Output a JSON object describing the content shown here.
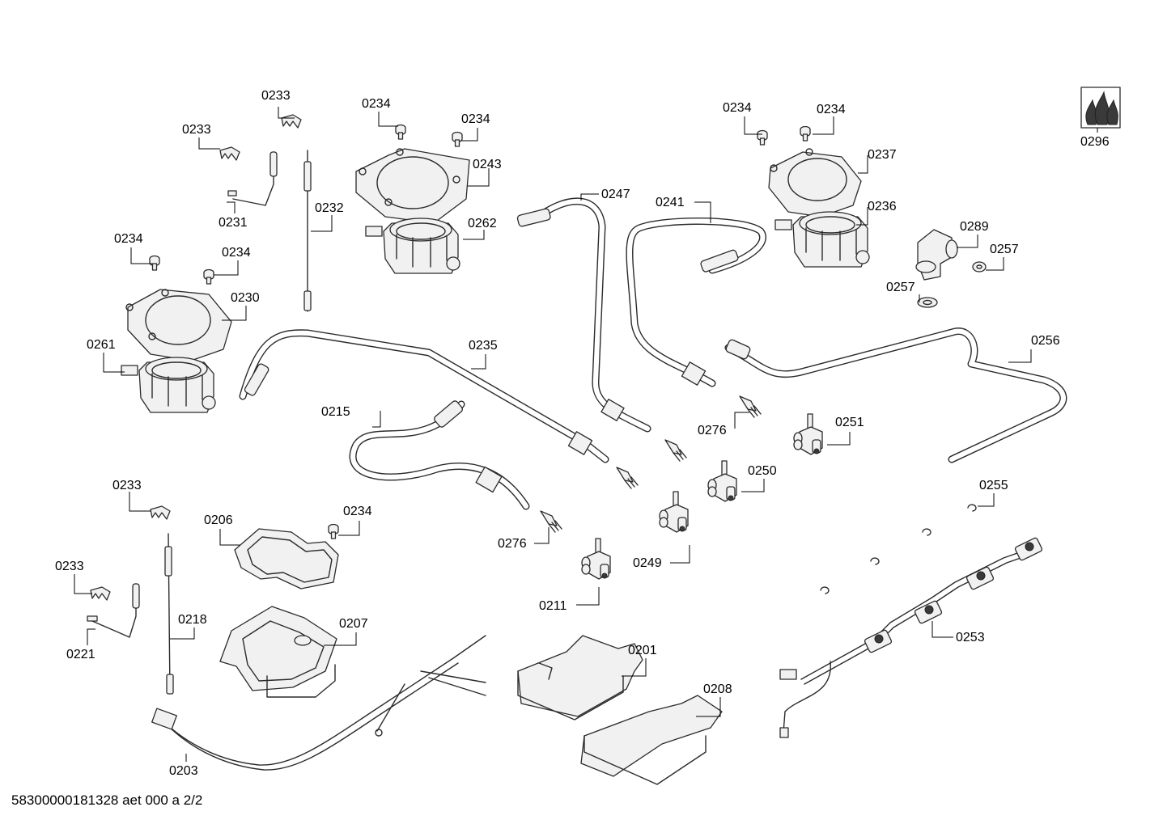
{
  "document_id": "58300000181328 aet 000 a 2/2",
  "parts": [
    {
      "id": "p0233a",
      "label": "0233"
    },
    {
      "id": "p0233b",
      "label": "0233"
    },
    {
      "id": "p0234a",
      "label": "0234"
    },
    {
      "id": "p0234b",
      "label": "0234"
    },
    {
      "id": "p0243",
      "label": "0243"
    },
    {
      "id": "p0231",
      "label": "0231"
    },
    {
      "id": "p0232",
      "label": "0232"
    },
    {
      "id": "p0262",
      "label": "0262"
    },
    {
      "id": "p0234c",
      "label": "0234"
    },
    {
      "id": "p0234d",
      "label": "0234"
    },
    {
      "id": "p0230",
      "label": "0230"
    },
    {
      "id": "p0261",
      "label": "0261"
    },
    {
      "id": "p0247",
      "label": "0247"
    },
    {
      "id": "p0241",
      "label": "0241"
    },
    {
      "id": "p0234e",
      "label": "0234"
    },
    {
      "id": "p0234f",
      "label": "0234"
    },
    {
      "id": "p0237",
      "label": "0237"
    },
    {
      "id": "p0236",
      "label": "0236"
    },
    {
      "id": "p0289",
      "label": "0289"
    },
    {
      "id": "p0257a",
      "label": "0257"
    },
    {
      "id": "p0257b",
      "label": "0257"
    },
    {
      "id": "p0296",
      "label": "0296"
    },
    {
      "id": "p0235",
      "label": "0235"
    },
    {
      "id": "p0256",
      "label": "0256"
    },
    {
      "id": "p0215",
      "label": "0215"
    },
    {
      "id": "p0276a",
      "label": "0276"
    },
    {
      "id": "p0251",
      "label": "0251"
    },
    {
      "id": "p0250",
      "label": "0250"
    },
    {
      "id": "p0233c",
      "label": "0233"
    },
    {
      "id": "p0206",
      "label": "0206"
    },
    {
      "id": "p0234g",
      "label": "0234"
    },
    {
      "id": "p0276b",
      "label": "0276"
    },
    {
      "id": "p0249",
      "label": "0249"
    },
    {
      "id": "p0255",
      "label": "0255"
    },
    {
      "id": "p0233d",
      "label": "0233"
    },
    {
      "id": "p0211",
      "label": "0211"
    },
    {
      "id": "p0218",
      "label": "0218"
    },
    {
      "id": "p0207",
      "label": "0207"
    },
    {
      "id": "p0221",
      "label": "0221"
    },
    {
      "id": "p0253",
      "label": "0253"
    },
    {
      "id": "p0201",
      "label": "0201"
    },
    {
      "id": "p0208",
      "label": "0208"
    },
    {
      "id": "p0203",
      "label": "0203"
    }
  ]
}
